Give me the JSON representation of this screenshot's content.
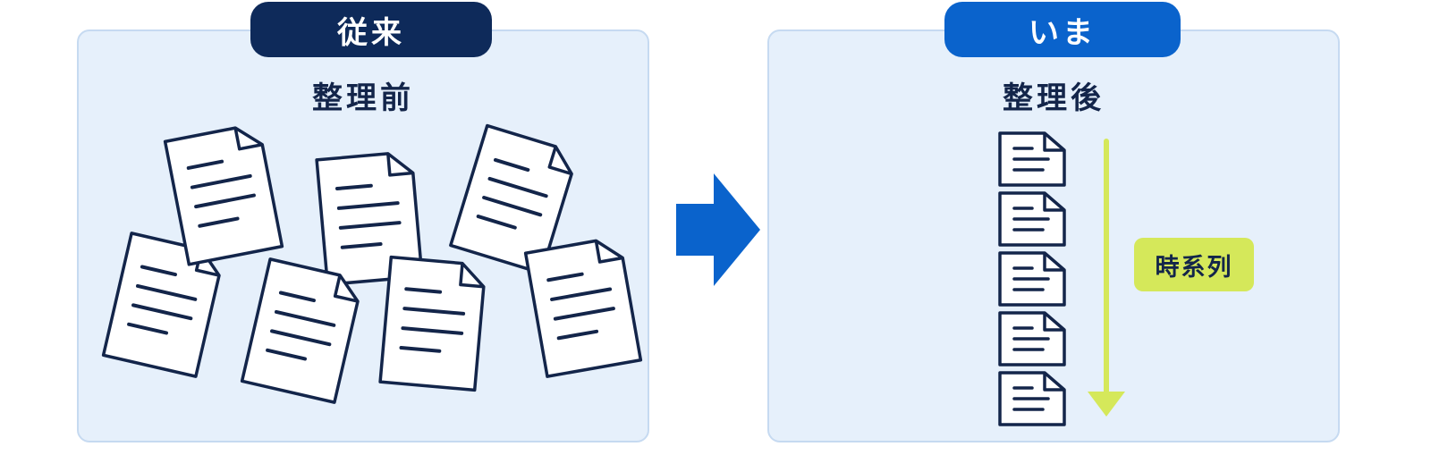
{
  "before": {
    "badge": "従来",
    "heading": "整理前"
  },
  "after": {
    "badge": "いま",
    "heading": "整理後",
    "timeline_label": "時系列"
  },
  "colors": {
    "panel_bg": "#e6f0fb",
    "panel_border": "#c6daf1",
    "badge_before": "#0e2a5a",
    "badge_after": "#0a63cc",
    "arrow": "#0a63cc",
    "document_outline": "#13254a",
    "timeline": "#d5e85a"
  },
  "icons": {
    "transition": "arrow-right-icon",
    "document": "document-icon",
    "timeline": "arrow-down-icon"
  }
}
